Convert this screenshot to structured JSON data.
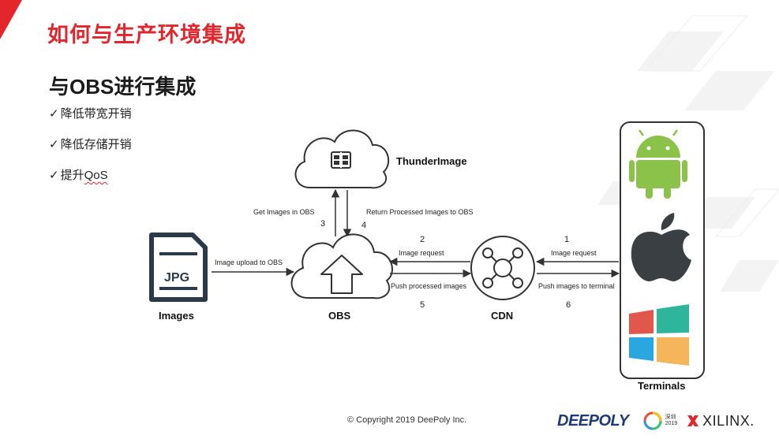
{
  "slide": {
    "title": "如何与生产环境集成",
    "subtitle": "与OBS进行集成",
    "bullets": [
      {
        "check": "✓",
        "text": "降低带宽开销"
      },
      {
        "check": "✓",
        "text": "降低存储开销"
      },
      {
        "check": "✓",
        "text": "提升",
        "misspelled": "QoS"
      }
    ],
    "accent_color": "#e3262c"
  },
  "diagram": {
    "nodes": {
      "images": "Images",
      "jpg": "JPG",
      "obs": "OBS",
      "cdn": "CDN",
      "thunder": "ThunderImage",
      "terminals": "Terminals"
    },
    "edges": {
      "upload": "Image upload to OBS",
      "get_images": "Get Images in OBS",
      "return_processed": "Return Processed Images to OBS",
      "image_request_cdn": "Image request",
      "push_processed": "Push processed images",
      "image_request_terminal": "Image request",
      "push_to_terminal": "Push images to terminal"
    },
    "steps": [
      "1",
      "2",
      "3",
      "4",
      "5",
      "6"
    ],
    "icons": [
      "cloud-icon",
      "sync-icon",
      "upload-arrow-icon",
      "jpg-file-icon",
      "network-hub-icon",
      "android-icon",
      "apple-icon",
      "windows-icon"
    ]
  },
  "footer": {
    "copyright": "© Copyright 2019 DeePoly Inc.",
    "logo_deepoly": "DEEPOLY",
    "badge_top": "深圳",
    "badge_bottom": "2019",
    "logo_xilinx": "XILINX."
  }
}
